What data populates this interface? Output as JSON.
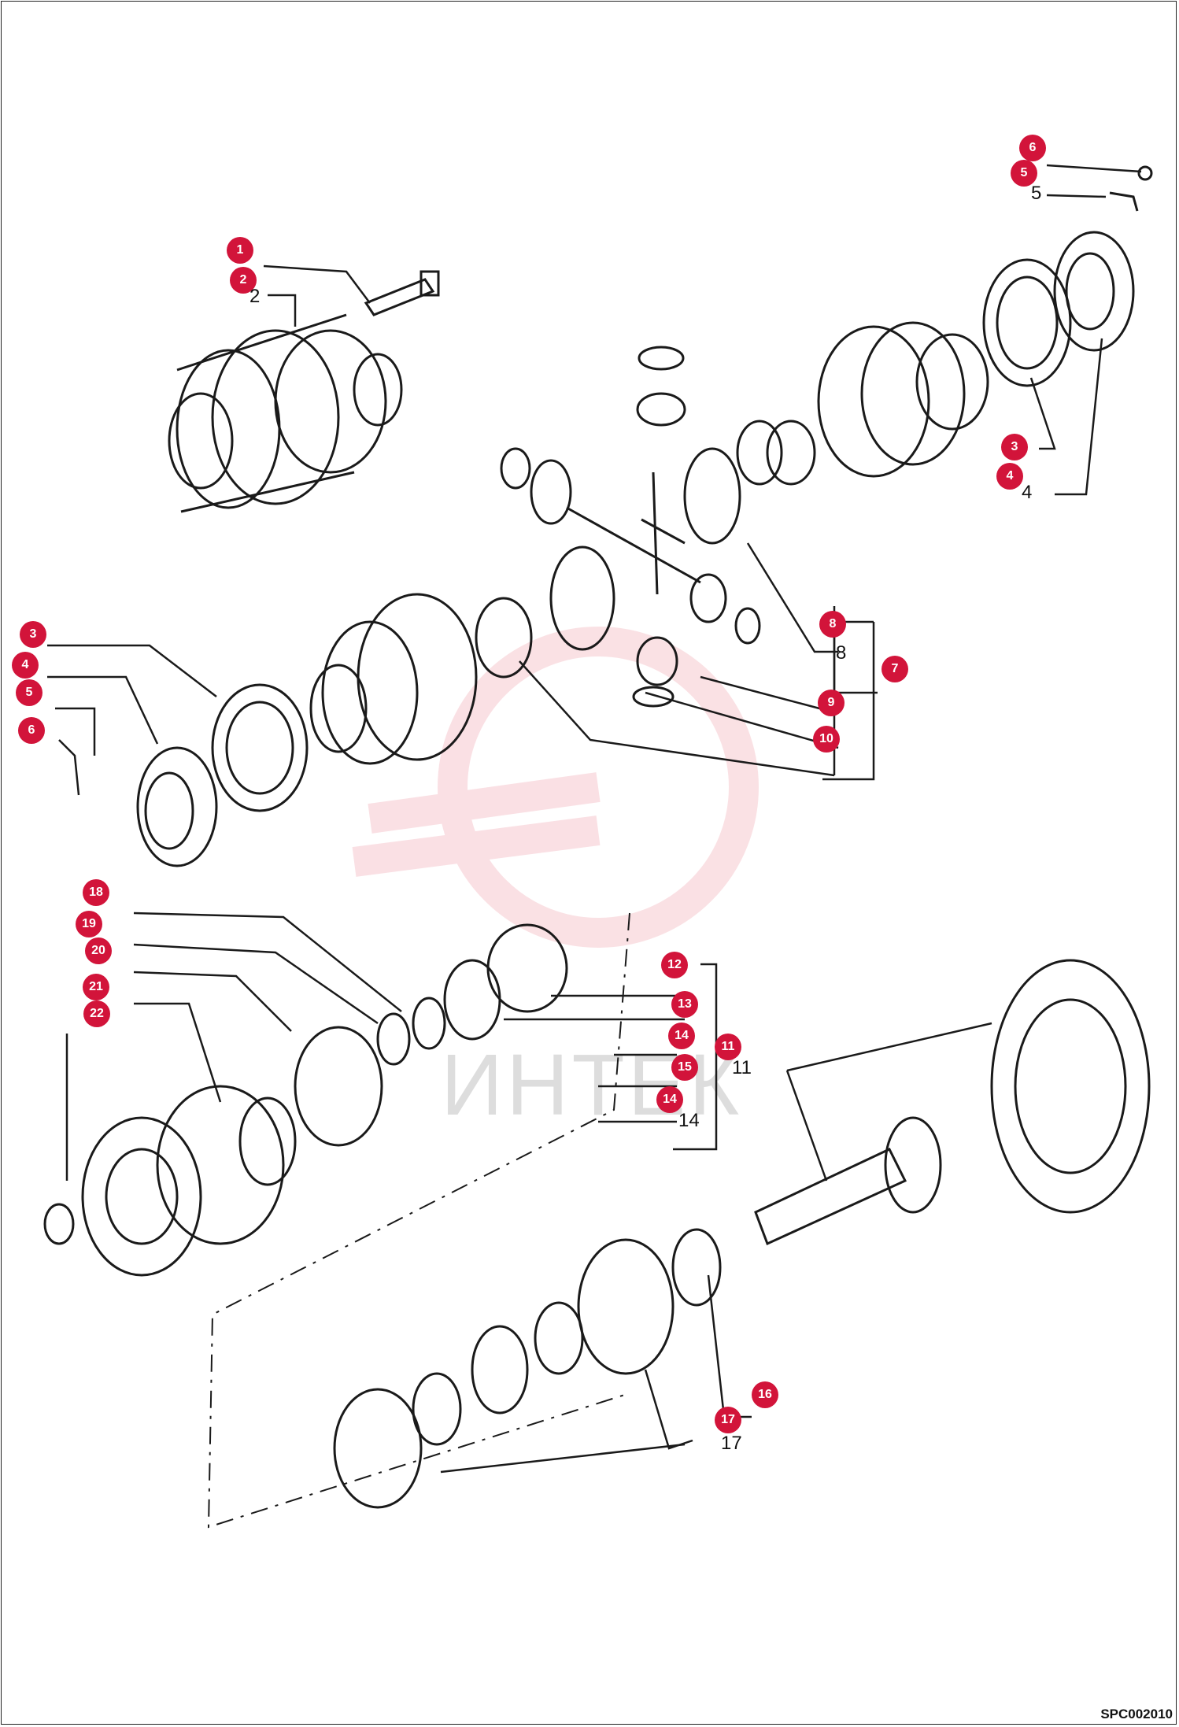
{
  "diagram": {
    "doc_code": "SPC002010",
    "watermark": "ИНТЕК",
    "colors": {
      "callout": "#d2143a",
      "line": "#1a1a1a",
      "watermark": "#f1a9b3"
    },
    "callouts": [
      "1",
      "2",
      "6",
      "5",
      "3",
      "4",
      "8",
      "7",
      "9",
      "10",
      "3",
      "4",
      "5",
      "6",
      "18",
      "19",
      "20",
      "21",
      "22",
      "12",
      "13",
      "14",
      "11",
      "15",
      "14",
      "16",
      "17"
    ],
    "plain_labels": [
      "2",
      "5",
      "4",
      "8",
      "11",
      "14",
      "17"
    ]
  }
}
